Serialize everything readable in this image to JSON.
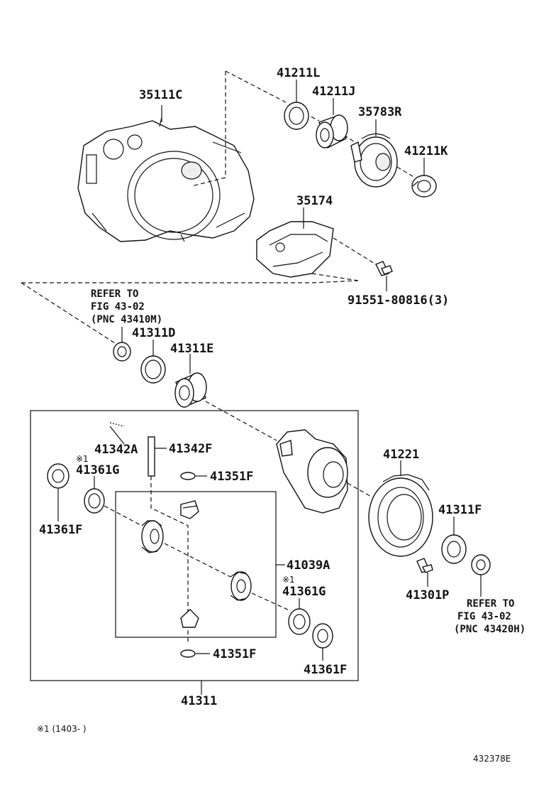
{
  "parts": {
    "p35111c": "35111C",
    "p41211l": "41211L",
    "p41211j": "41211J",
    "p35783r": "35783R",
    "p41211k": "41211K",
    "p35174": "35174",
    "p91551": "91551-80816(3)",
    "p41311d": "41311D",
    "p41311e": "41311E",
    "p41342a": "41342A",
    "p41342f": "41342F",
    "p41361g_top": "41361G",
    "p41351f_top": "41351F",
    "p41361f_left": "41361F",
    "p41221": "41221",
    "p41311f": "41311F",
    "p41039a": "41039A",
    "p41361g_bottom": "41361G",
    "p41301p": "41301P",
    "p41351f_bottom": "41351F",
    "p41361f_bottom": "41361F",
    "p41311": "41311"
  },
  "refs": {
    "left": [
      "REFER TO",
      "FIG 43-02",
      "(PNC 43410M)"
    ],
    "right": [
      "REFER TO",
      "FIG 43-02",
      "(PNC 43420H)"
    ]
  },
  "notes": {
    "mark1": "※1",
    "mark2": "※1",
    "footnote": "※1 (1403-      )",
    "figure_id": "432378E"
  }
}
